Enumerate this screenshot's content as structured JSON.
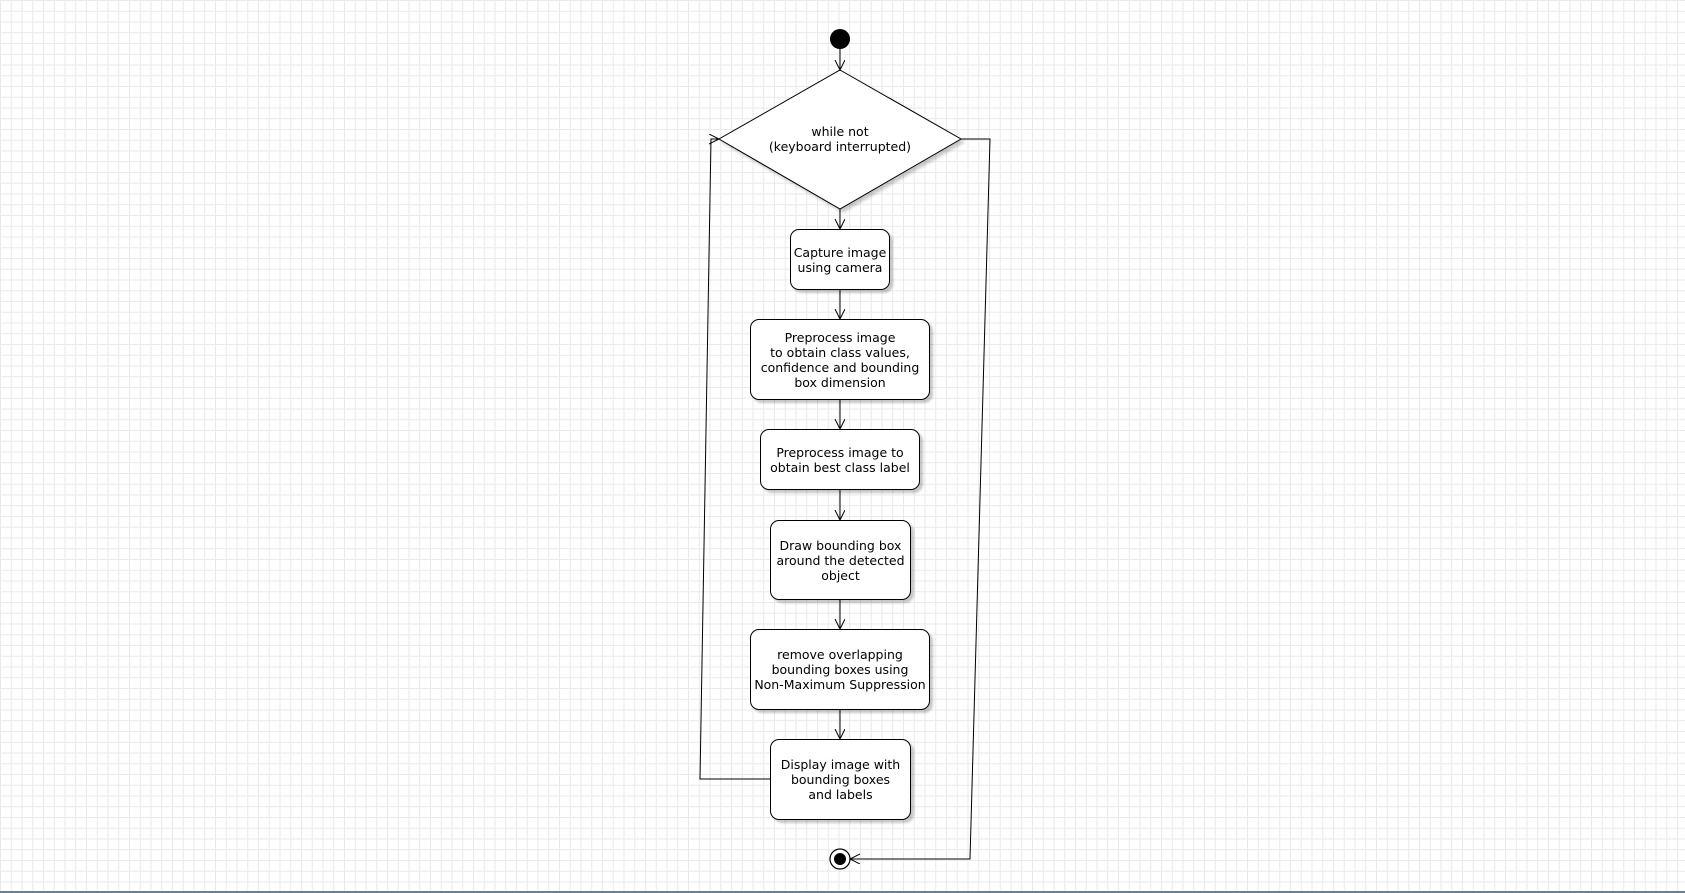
{
  "diagram": {
    "decision": {
      "label": "while not\n(keyboard interrupted)"
    },
    "nodes": [
      {
        "id": "capture",
        "label": "Capture image\nusing camera"
      },
      {
        "id": "preprocess-detect",
        "label": "Preprocess image\nto obtain class values,\nconfidence and bounding\nbox dimension"
      },
      {
        "id": "preprocess-label",
        "label": "Preprocess image to\nobtain best class label"
      },
      {
        "id": "draw-box",
        "label": "Draw bounding box\naround the detected\nobject"
      },
      {
        "id": "nms",
        "label": "remove overlapping\nbounding boxes using\nNon-Maximum Suppression"
      },
      {
        "id": "display",
        "label": "Display image with\nbounding boxes\nand labels"
      }
    ]
  },
  "colors": {
    "grid": "#e9e9e9",
    "stroke": "#000000",
    "border": "#6b7f8e"
  }
}
